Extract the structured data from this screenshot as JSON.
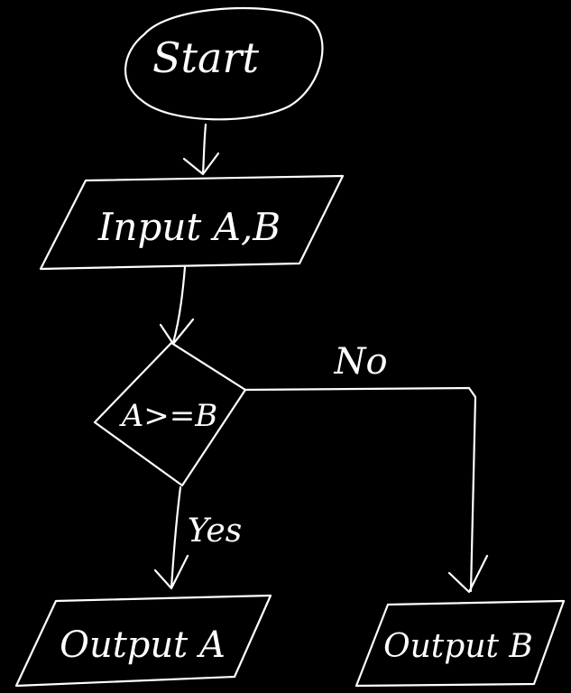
{
  "diagram": {
    "nodes": {
      "start": {
        "label": "Start"
      },
      "input": {
        "label": "Input A,B"
      },
      "decision": {
        "label": "A>=B"
      },
      "output_a": {
        "label": "Output A"
      },
      "output_b": {
        "label": "Output B"
      }
    },
    "edges": {
      "yes": {
        "label": "Yes"
      },
      "no": {
        "label": "No"
      }
    },
    "colors": {
      "background": "#000000",
      "ink": "#ffffff"
    }
  }
}
